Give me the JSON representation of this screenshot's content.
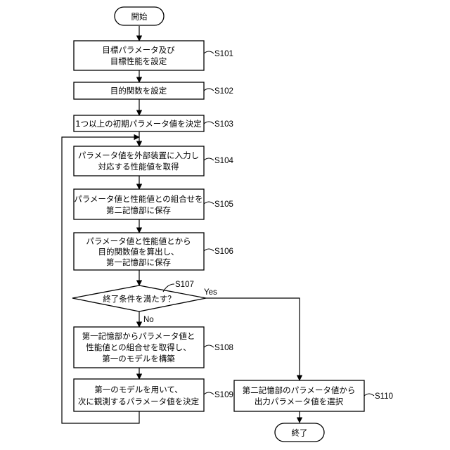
{
  "start": {
    "label": "開始"
  },
  "end": {
    "label": "終了"
  },
  "steps": {
    "s101": {
      "id": "S101",
      "lines": [
        "目標パラメータ及び",
        "目標性能を設定"
      ]
    },
    "s102": {
      "id": "S102",
      "lines": [
        "目的関数を設定"
      ]
    },
    "s103": {
      "id": "S103",
      "lines": [
        "1つ以上の初期パラメータ値を決定"
      ]
    },
    "s104": {
      "id": "S104",
      "lines": [
        "パラメータ値を外部装置に入力し",
        "対応する性能値を取得"
      ]
    },
    "s105": {
      "id": "S105",
      "lines": [
        "パラメータ値と性能値との組合せを",
        "第二記憶部に保存"
      ]
    },
    "s106": {
      "id": "S106",
      "lines": [
        "パラメータ値と性能値とから",
        "目的関数値を算出し、",
        "第一記憶部に保存"
      ]
    },
    "s107": {
      "id": "S107",
      "lines": [
        "終了条件を満たす？"
      ]
    },
    "s108": {
      "id": "S108",
      "lines": [
        "第一記憶部からパラメータ値と",
        "性能値との組合せを取得し、",
        "第一のモデルを構築"
      ]
    },
    "s109": {
      "id": "S109",
      "lines": [
        "第一のモデルを用いて、",
        "次に観測するパラメータ値を決定"
      ]
    },
    "s110": {
      "id": "S110",
      "lines": [
        "第二記憶部のパラメータ値から",
        "出力パラメータ値を選択"
      ]
    }
  },
  "branches": {
    "yes": "Yes",
    "no": "No"
  }
}
